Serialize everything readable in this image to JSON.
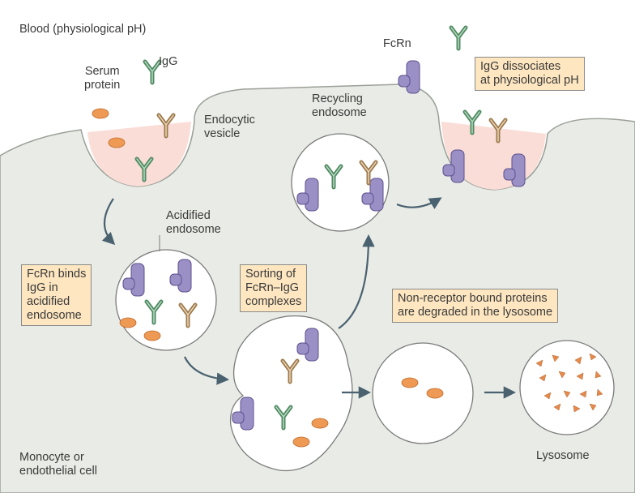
{
  "labels": {
    "blood": "Blood (physiological pH)",
    "serum": "Serum\nprotein",
    "igg": "IgG",
    "fcrn": "FcRn",
    "endocytic": "Endocytic\nvesicle",
    "recycling": "Recycling\nendosome",
    "acidified": "Acidified\nendosome",
    "monocyte": "Monocyte or\nendothelial cell",
    "lysosome": "Lysosome"
  },
  "boxes": {
    "dissociates": "IgG dissociates\nat physiological pH",
    "binds": "FcRn binds\nIgG in\nacidified\nendosome",
    "sorting": "Sorting of\nFcRn–IgG\ncomplexes",
    "degraded": "Non-receptor bound proteins\nare degraded in the lysosome"
  },
  "colors": {
    "cell": "#e9ece6",
    "blood_region": "#f9ddd6",
    "receptor": "#9b90c6",
    "receptor_edge": "#5c4f8d",
    "igg_green": "#4f8a63",
    "igg_tan": "#c9a878",
    "serum_protein": "#ee9a55",
    "box_fill": "#fde6c0",
    "arrow": "#4a6170"
  }
}
